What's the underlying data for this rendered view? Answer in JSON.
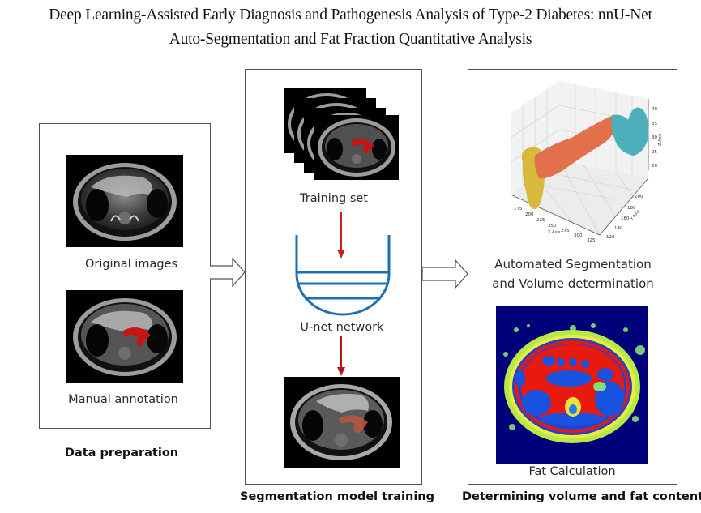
{
  "title": {
    "line1": "Deep Learning-Assisted Early Diagnosis and Pathogenesis Analysis of Type-2 Diabetes: nnU-Net",
    "line2": "Auto-Segmentation and Fat Fraction Quantitative Analysis"
  },
  "panels": [
    {
      "stage_label": "Data preparation",
      "items": [
        {
          "caption": "Original images",
          "image": "abdominal-mri-axial"
        },
        {
          "caption": "Manual annotation",
          "image": "abdominal-mri-axial-pancreas-annotated"
        }
      ]
    },
    {
      "stage_label": "Segmentation model training",
      "items": [
        {
          "caption": "Training set",
          "image": "stacked-annotated-mri-slices"
        },
        {
          "caption": "U-net network",
          "image": "u-net-icon"
        },
        {
          "caption": "",
          "image": "mri-with-predicted-segmentation"
        }
      ]
    },
    {
      "stage_label": "Determining volume and fat content",
      "items": [
        {
          "caption_line1": "Automated Segmentation",
          "caption_line2": "and Volume determination",
          "image": "3d-pancreas-scatter-plot"
        },
        {
          "caption": "Fat Calculation",
          "image": "fat-fraction-color-map"
        }
      ]
    }
  ],
  "plot3d": {
    "x_axis_label": "X Axis",
    "y_axis_label": "Y Axis",
    "z_axis_label": "Z Axis",
    "x_ticks": [
      "175",
      "200",
      "225",
      "250",
      "275",
      "300",
      "325"
    ],
    "y_ticks": [
      "120",
      "140",
      "160",
      "180",
      "200"
    ],
    "z_ticks": [
      "20",
      "25",
      "30",
      "35",
      "40"
    ],
    "segment_colors": {
      "head": "#d9b93c",
      "body": "#e2704a",
      "tail": "#4bb0bb"
    }
  },
  "colors": {
    "border": "#4a5360",
    "flow_arrow": "#cc1f1f",
    "unet_blue": "#1f6fb5",
    "annotation_red": "#c81414",
    "fatmap_background": "#00007a"
  }
}
